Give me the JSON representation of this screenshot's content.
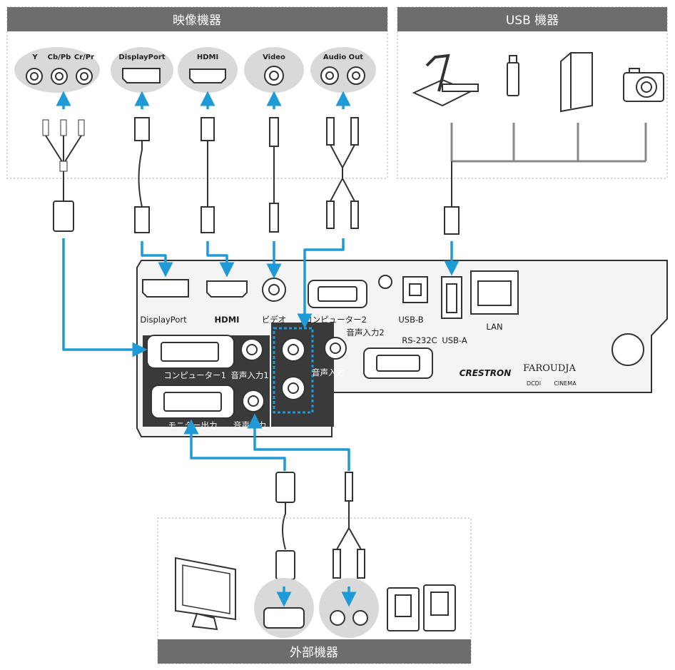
{
  "groups": {
    "video_devices": "映像機器",
    "usb_devices": "USB 機器",
    "external_devices": "外部機器"
  },
  "source_ports": {
    "component": [
      "Y",
      "Cb/Pb",
      "Cr/Pr"
    ],
    "displayport": "DisplayPort",
    "hdmi": "HDMI",
    "video": "Video",
    "audio_out": "Audio Out"
  },
  "panel": {
    "displayport": "DisplayPort",
    "hdmi_logo": "HDMI",
    "video": "ビデオ",
    "computer2": "コンピューター2",
    "audio_in2": "音声入力2",
    "usb_b": "USB-B",
    "usb_a": "USB-A",
    "lan": "LAN",
    "rs232c": "RS-232C",
    "computer1": "コンピューター1",
    "audio_in1": "音声入力1",
    "audio_in": "音声入力",
    "monitor_out": "モニター出力",
    "audio_out": "音声出力",
    "crestron": "CRESTRON",
    "faroudja": "FAROUDJA",
    "dcdi": "DCDi",
    "cinema": "CINEMA"
  },
  "colors": {
    "header": "#6d6d6d",
    "arrow": "#1e9ad6",
    "panel_dark": "#3a3a3a",
    "port_bubble": "#d9d9d9"
  }
}
